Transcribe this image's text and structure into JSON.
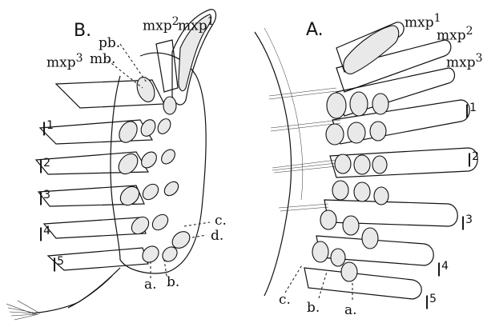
{
  "panels": {
    "B": {
      "title": "B.",
      "labels": {
        "mxp2": "mxp",
        "mxp2_sup": "2",
        "mxp1": "mxp",
        "mxp1_sup": "1",
        "pb": "pb.",
        "mb": "mb.",
        "mxp3": "mxp",
        "mxp3_sup": "3",
        "l1": "l",
        "l1_sup": "1",
        "l2": "l",
        "l2_sup": "2",
        "l3": "l",
        "l3_sup": "3",
        "l4": "l",
        "l4_sup": "4",
        "l5": "l",
        "l5_sup": "5",
        "c": "c.",
        "d": "d.",
        "a": "a.",
        "b": "b."
      }
    },
    "A": {
      "title": "A.",
      "labels": {
        "mxp1": "mxp",
        "mxp1_sup": "1",
        "mxp2": "mxp",
        "mxp2_sup": "2",
        "mxp3": "mxp",
        "mxp3_sup": "3",
        "l1": "l",
        "l1_sup": "1",
        "l2": "l",
        "l2_sup": "2",
        "l3": "l",
        "l3_sup": "3",
        "l4": "l",
        "l4_sup": "4",
        "l5": "l",
        "l5_sup": "5",
        "c": "c.",
        "b": "b.",
        "a": "a."
      }
    }
  }
}
